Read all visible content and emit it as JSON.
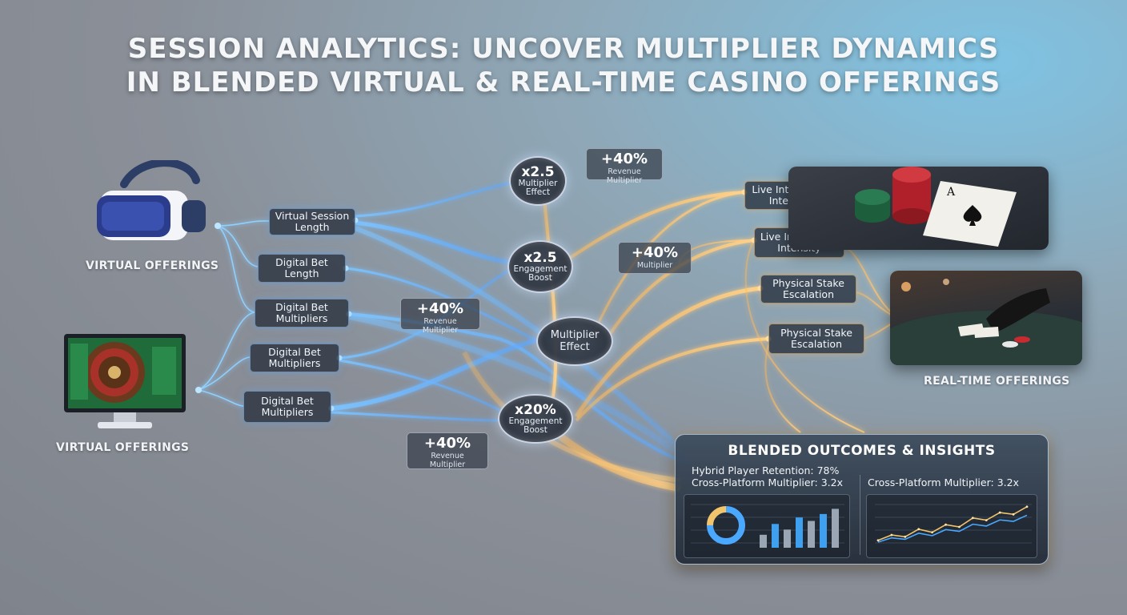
{
  "title": {
    "line1": "SESSION ANALYTICS: UNCOVER MULTIPLIER DYNAMICS",
    "line2": "IN BLENDED VIRTUAL & REAL-TIME CASINO OFFERINGS"
  },
  "sources": {
    "vr_label": "VIRTUAL OFFERINGS",
    "screen_label": "VIRTUAL OFFERINGS",
    "realtime_label": "REAL-TIME OFFERINGS"
  },
  "left_labels": [
    "Virtual Session Length",
    "Digital Bet Length",
    "Digital Bet Multipliers",
    "Digital Bet Multipliers",
    "Digital Bet Multipliers"
  ],
  "right_labels": [
    "Live Interaction Intensity",
    "Live Interaction Intensity",
    "Physical Stake Escalation",
    "Physical Stake Escalation"
  ],
  "nodes": [
    {
      "big": "x2.5",
      "small": "Multiplier Effect"
    },
    {
      "big": "x2.5",
      "small": "Engagement Boost"
    },
    {
      "big": "",
      "small": "Multiplier Effect"
    },
    {
      "big": "x20%",
      "small": "Engagement Boost"
    }
  ],
  "pct_cards": [
    {
      "pct": "+40%",
      "sub": "Revenue Multiplier"
    },
    {
      "pct": "+40%",
      "sub": "Multiplier"
    },
    {
      "pct": "+40%",
      "sub": "Revenue Multiplier"
    },
    {
      "pct": "+40%",
      "sub": "Revenue Multiplier"
    }
  ],
  "panel": {
    "title": "BLENDED OUTCOMES & INSIGHTS",
    "stat1": "Hybrid Player Retention: 78%",
    "stat2": "Cross-Platform Multiplier: 3.2x",
    "stat3": "Cross-Platform Multiplier: 3.2x"
  },
  "colors": {
    "blue_flow": "#5fb0ff",
    "gold_flow": "#ffc46b",
    "node_border": "#e6f0ff"
  },
  "icons": [
    "vr-headset-icon",
    "roulette-monitor-icon",
    "poker-chips-cards-icon",
    "dealer-table-icon",
    "donut-chart-icon",
    "bar-chart-icon",
    "line-chart-icon"
  ],
  "chart_data": [
    {
      "type": "pie",
      "values": [
        0.75,
        0.25
      ]
    },
    {
      "type": "bar",
      "values": [
        0.3,
        0.55,
        0.42,
        0.7,
        0.62,
        0.78,
        0.9
      ]
    },
    {
      "type": "line",
      "values": [
        0.2,
        0.32,
        0.28,
        0.45,
        0.38,
        0.55,
        0.5,
        0.7,
        0.65,
        0.82,
        0.78,
        0.95
      ]
    }
  ]
}
